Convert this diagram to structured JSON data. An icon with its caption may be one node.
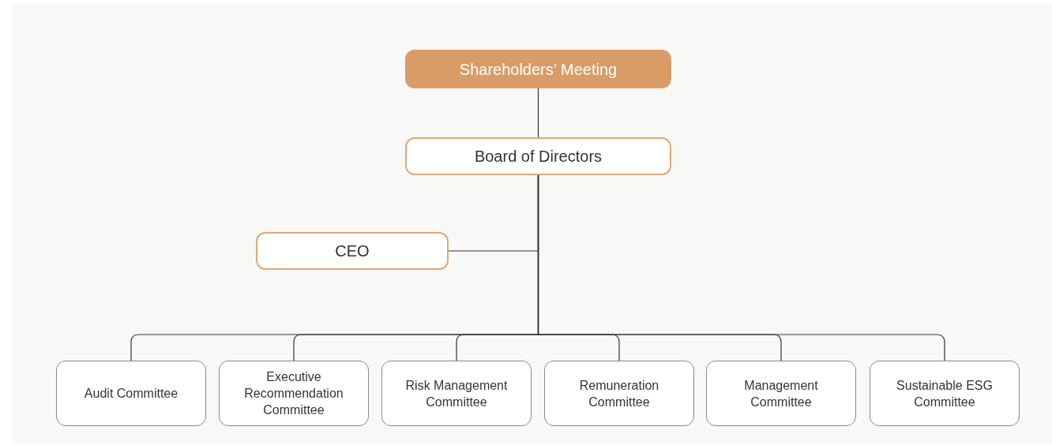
{
  "diagram": {
    "nodes": [
      {
        "text": [
          "Shareholders’ Meeting"
        ]
      },
      {
        "text": [
          "Board of Directors"
        ]
      },
      {
        "text": [
          "CEO"
        ]
      },
      {
        "text": [
          "Audit Committee"
        ]
      },
      {
        "text": [
          "Executive Recommendation Committee"
        ]
      },
      {
        "text": [
          "Risk Management Committee"
        ]
      },
      {
        "text": [
          "Remuneration Committee"
        ]
      },
      {
        "text": [
          "Management Committee"
        ]
      },
      {
        "text": [
          "Sustainable ESG Committee"
        ]
      }
    ],
    "edges": [
      {
        "from": 0,
        "to": 1,
        "arrow": "none"
      },
      {
        "from": 1,
        "to": 2,
        "arrow": "none"
      },
      {
        "from": 1,
        "to": 3,
        "arrow": "none"
      },
      {
        "from": 1,
        "to": 4,
        "arrow": "none"
      },
      {
        "from": 1,
        "to": 5,
        "arrow": "none"
      },
      {
        "from": 1,
        "to": 6,
        "arrow": "none"
      },
      {
        "from": 1,
        "to": 7,
        "arrow": "none"
      },
      {
        "from": 1,
        "to": 8,
        "arrow": "none"
      }
    ]
  }
}
